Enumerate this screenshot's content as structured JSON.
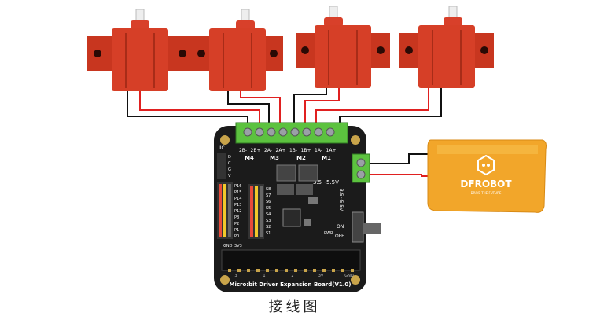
{
  "caption": "接线图",
  "board": {
    "name": "Micro:bit Driver Expansion Board(V1.0)",
    "terminal_pins": [
      "2B-",
      "2B+",
      "2A-",
      "2A+",
      "1B-",
      "1B+",
      "1A-",
      "1A+"
    ],
    "motor_ports": [
      "M4",
      "M3",
      "M2",
      "M1"
    ],
    "voltage_label": "3.5~5.5V",
    "voltage_label_vertical": "3.5~5.5V",
    "iic_label": "IIC",
    "iic_pins": [
      "D",
      "C",
      "G",
      "V"
    ],
    "left_pins": [
      "P16",
      "P15",
      "P14",
      "P13",
      "P12",
      "P8",
      "P2",
      "P1",
      "P0"
    ],
    "servo_pins": [
      "S8",
      "S7",
      "S6",
      "S5",
      "S4",
      "S3",
      "S2",
      "S1"
    ],
    "switch_on": "ON",
    "switch_off": "OFF",
    "pwr_label": "PWR",
    "bottom_pins": [
      "GND",
      "3V3"
    ],
    "edge_labels": [
      "3",
      "1",
      "2",
      "3V",
      "GND"
    ]
  },
  "battery": {
    "brand": "DFROBOT",
    "slogan": "DRIVE THE FUTURE"
  },
  "colors": {
    "servo_red": "#c8361f",
    "board_black": "#1b1b1b",
    "terminal_green": "#5cc23f",
    "battery_orange": "#f2a62a",
    "wire_red": "#e02020",
    "wire_black": "#111111"
  }
}
